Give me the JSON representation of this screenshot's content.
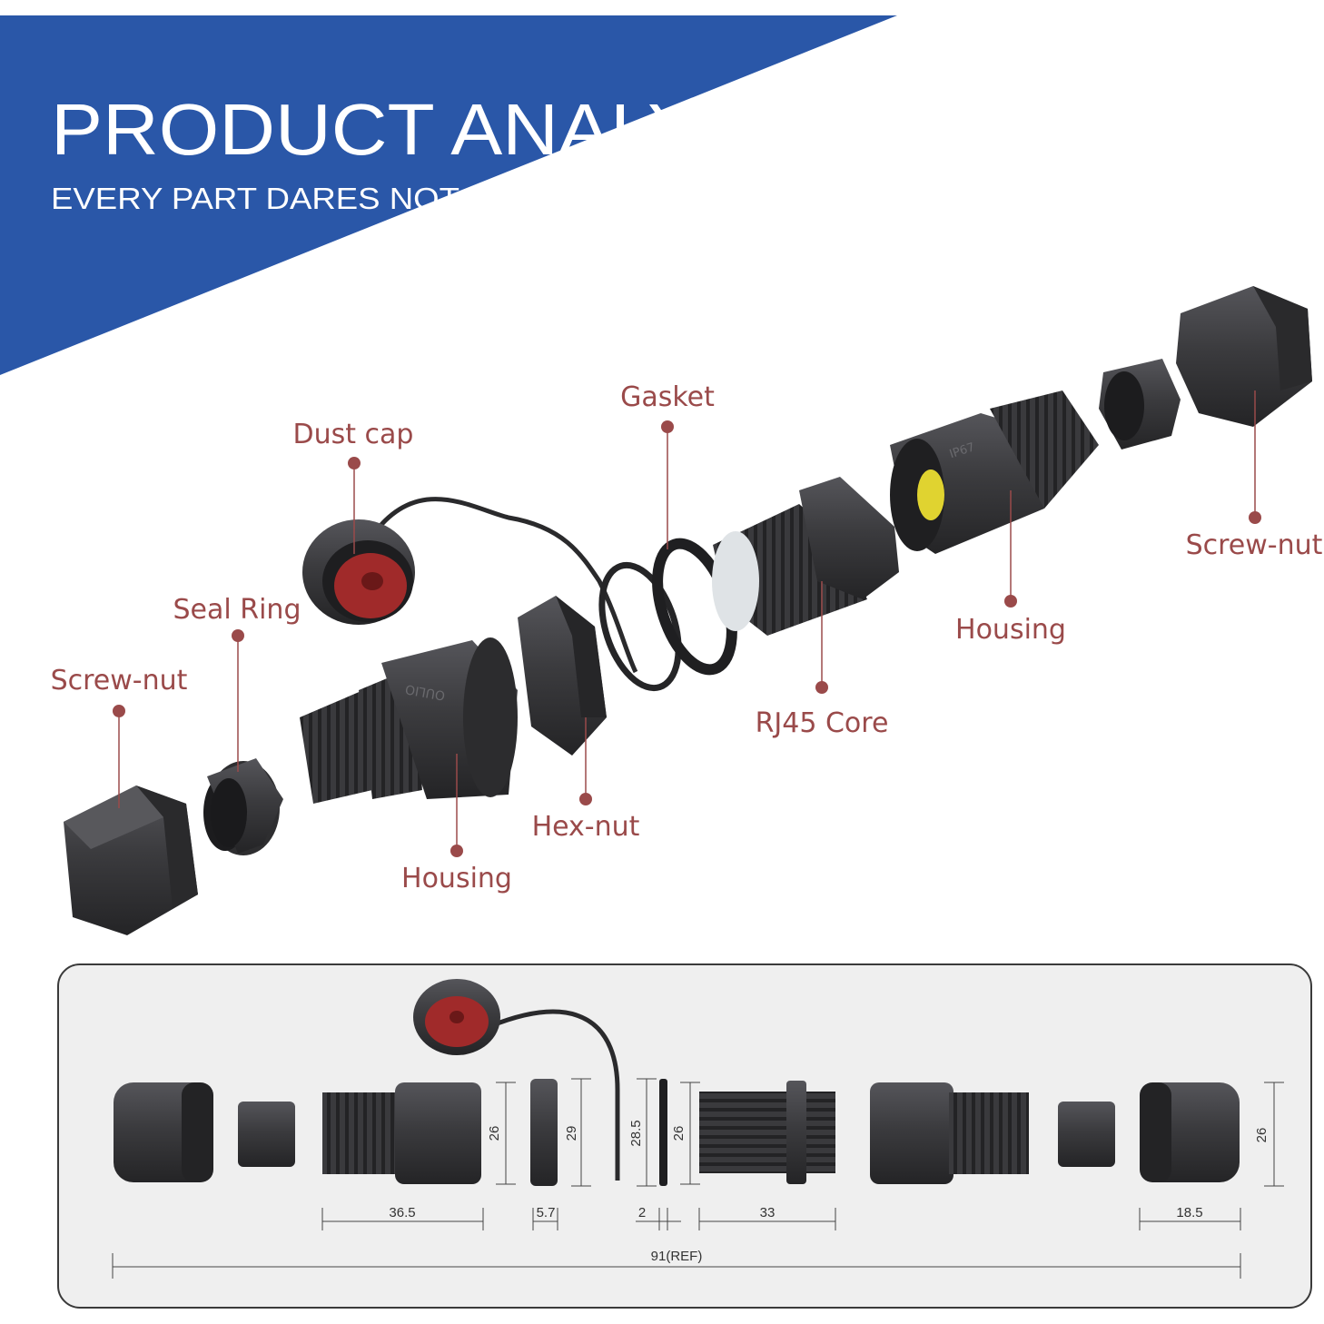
{
  "header": {
    "title": "PRODUCT ANALYSIS",
    "subtitle": "EVERY PART DARES NOT BE NEGLECTED"
  },
  "colors": {
    "banner": "#2a57a8",
    "label": "#9a4a4a",
    "part": "#3a3a3c",
    "part_dark": "#262628",
    "cap_inner": "#a02a2a",
    "core_insert": "#e0d330",
    "panel_bg": "#efefef"
  },
  "labels": {
    "dust_cap": "Dust cap",
    "gasket": "Gasket",
    "seal_ring": "Seal Ring",
    "screw_nut_left": "Screw-nut",
    "housing_left": "Housing",
    "hex_nut": "Hex-nut",
    "rj45_core": "RJ45 Core",
    "housing_right": "Housing",
    "screw_nut_right": "Screw-nut"
  },
  "dimensions": {
    "housing_height": "26",
    "hex_nut_height": "29",
    "gasket_height": "28.5",
    "core_height": "26",
    "screw_nut_height": "26",
    "housing_length": "36.5",
    "hex_nut_thickness": "5.7",
    "gasket_thickness": "2",
    "core_length": "33",
    "screw_nut_length": "18.5",
    "total_length": "91(REF)"
  }
}
